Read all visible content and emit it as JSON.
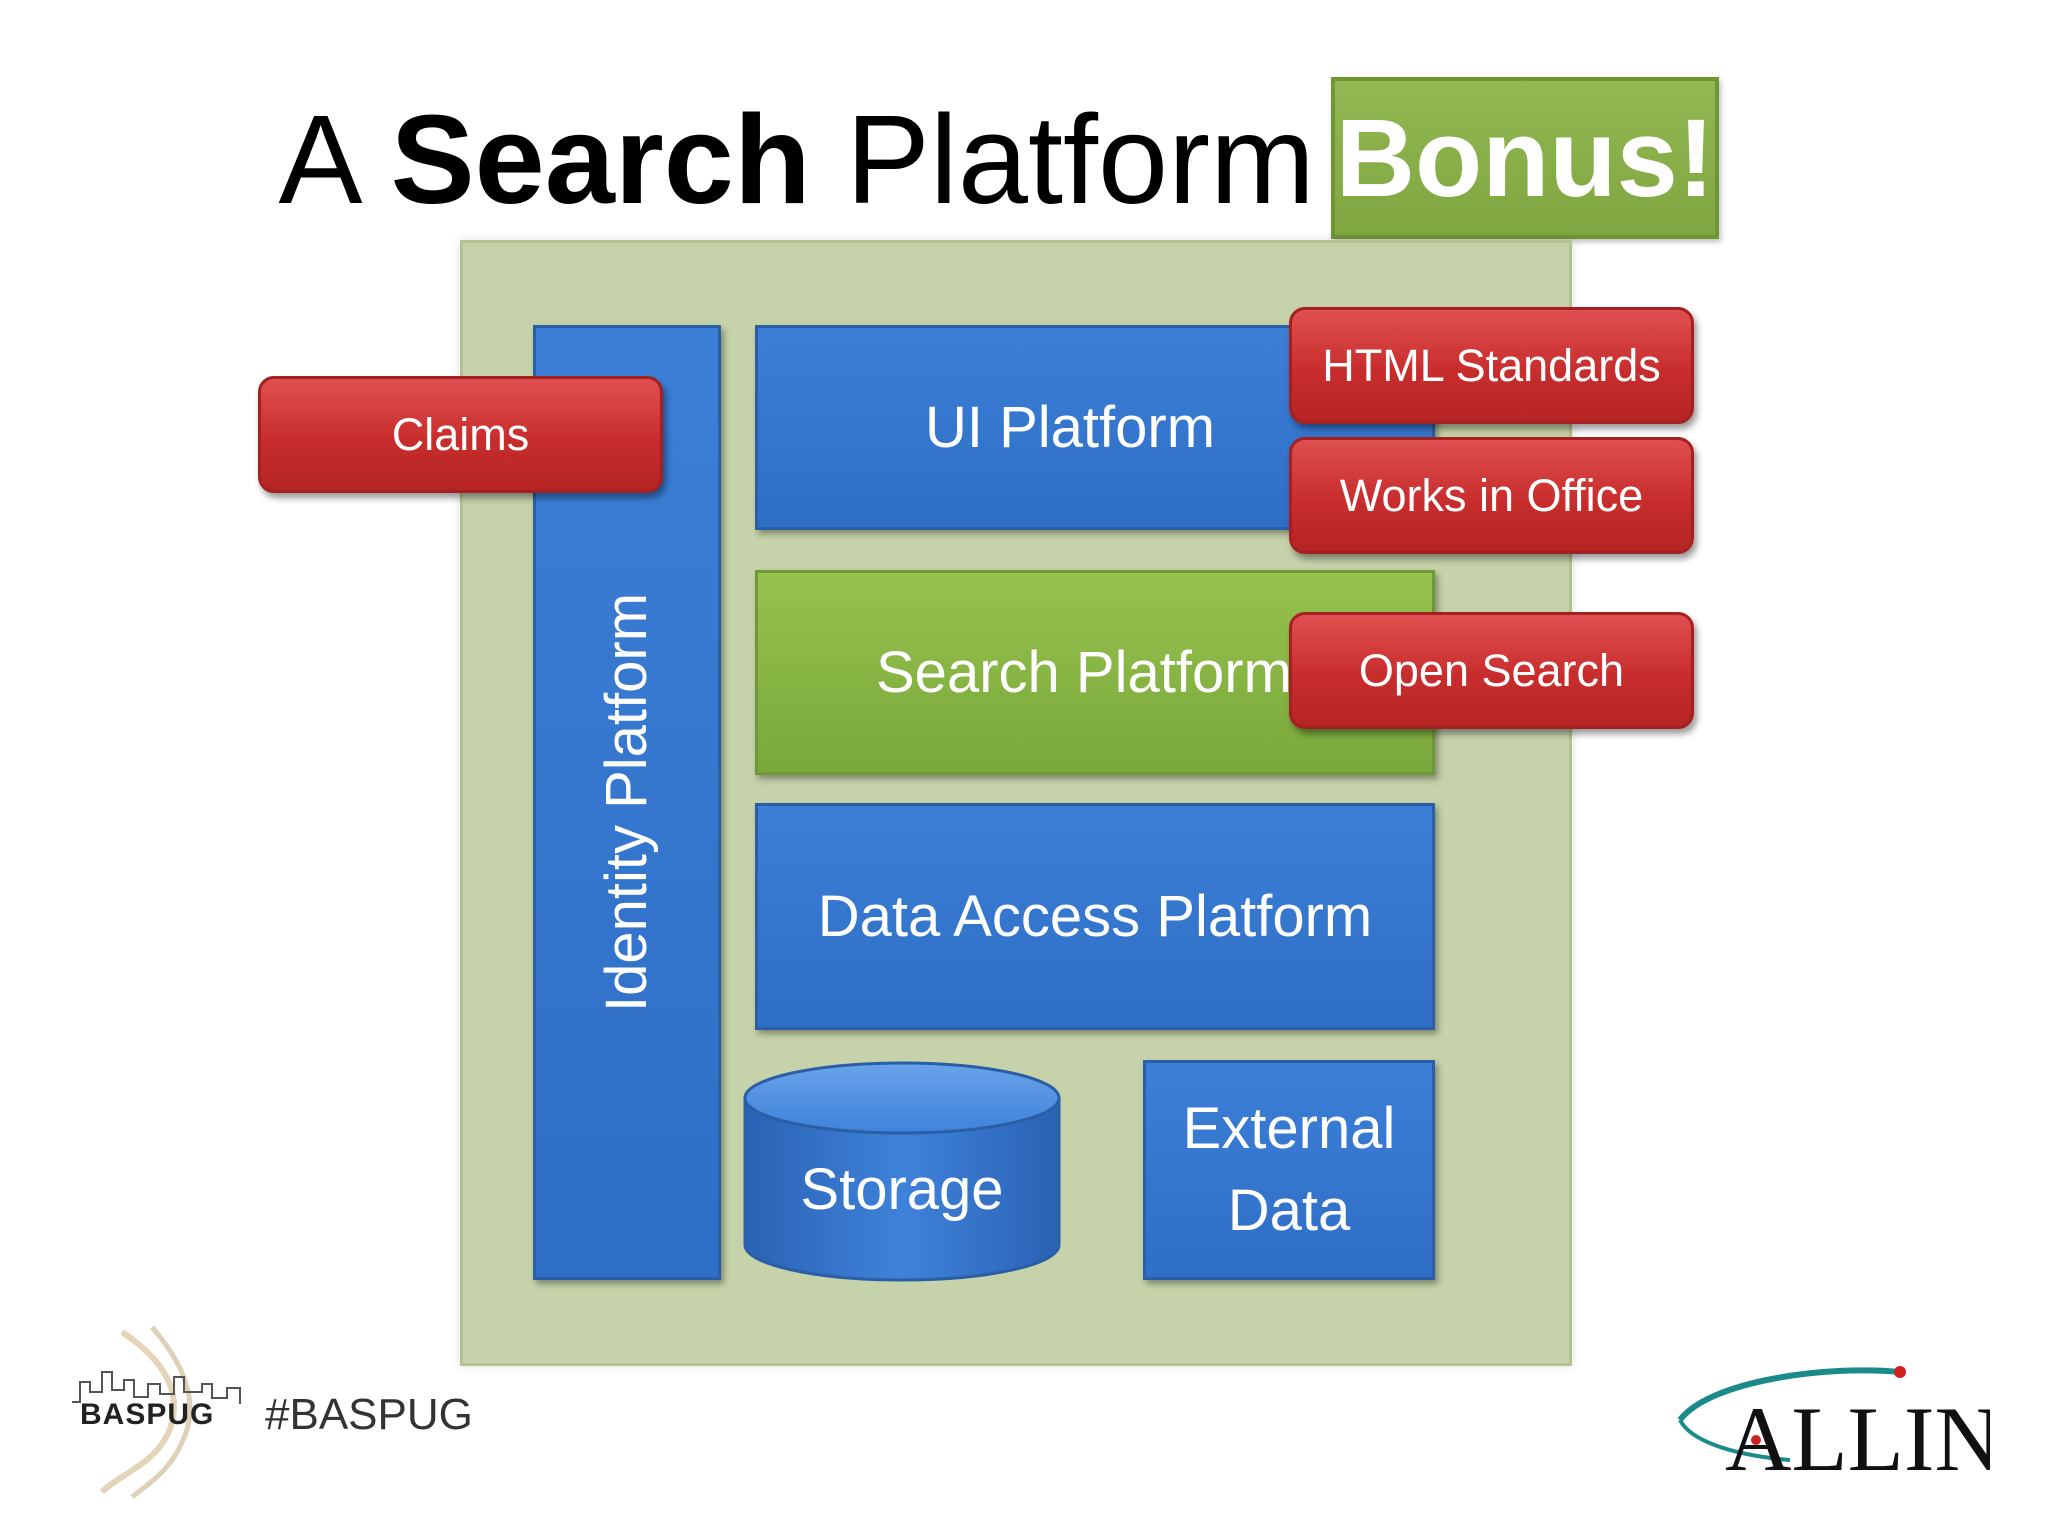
{
  "title": {
    "prefix": "A",
    "bold": "Search",
    "suffix": "Platform",
    "badge": "Bonus!"
  },
  "diagram": {
    "identity": "Identity Platform",
    "ui": "UI Platform",
    "search": "Search Platform",
    "data_access": "Data Access Platform",
    "storage": "Storage",
    "external_line1": "External",
    "external_line2": "Data"
  },
  "callouts": {
    "claims": "Claims",
    "html_standards": "HTML Standards",
    "works_in_office": "Works in Office",
    "open_search": "Open Search"
  },
  "footer": {
    "hashtag": "#BASPUG",
    "baspug_logo_text": "BASPUG",
    "allin_logo_text": "ALLIN"
  },
  "colors": {
    "blue": "#3a7bd5",
    "green": "#8bbb47",
    "red": "#c83030",
    "panel": "#c6d2a9"
  }
}
